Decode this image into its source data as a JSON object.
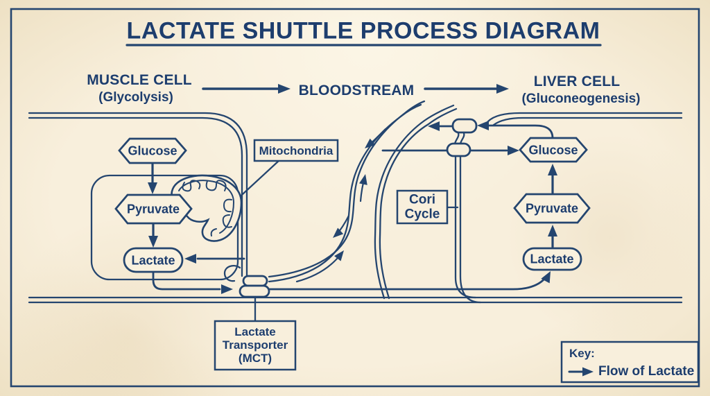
{
  "title": {
    "text": "LACTATE SHUTTLE PROCESS DIAGRAM"
  },
  "columns": {
    "muscle": {
      "title": "MUSCLE CELL",
      "subtitle": "(Glycolysis)"
    },
    "bloodstream": {
      "title": "BLOODSTREAM"
    },
    "liver": {
      "title": "LIVER CELL",
      "subtitle": "(Gluconeogenesis)"
    }
  },
  "muscle_cell": {
    "glucose": "Glucose",
    "pyruvate": "Pyruvate",
    "lactate": "Lactate"
  },
  "liver_cell": {
    "glucose": "Glucose",
    "pyruvate": "Pyruvate",
    "lactate": "Lactate"
  },
  "labels": {
    "mitochondria": "Mitochondria",
    "cori_cycle_line1": "Cori",
    "cori_cycle_line2": "Cycle",
    "transporter_line1": "Lactate",
    "transporter_line2": "Transporter",
    "transporter_line3": "(MCT)"
  },
  "key": {
    "title": "Key:",
    "flow_label": "Flow of Lactate"
  },
  "colors": {
    "ink": "#24456f",
    "paper": "#f8efdc"
  }
}
